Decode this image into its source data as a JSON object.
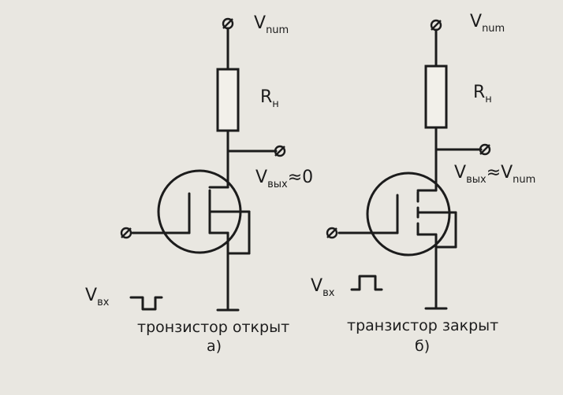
{
  "circuits": {
    "left": {
      "supply_label": "V",
      "supply_sub": "num",
      "resistor_main": "R",
      "resistor_sub": "н",
      "out_label": "V",
      "out_sub": "вых",
      "out_value": "≈0",
      "in_label": "V",
      "in_sub": "вх",
      "caption": "тронзистор открыт",
      "letter": "а)"
    },
    "right": {
      "supply_label": "V",
      "supply_sub": "num",
      "resistor_main": "R",
      "resistor_sub": "н",
      "out_label": "V",
      "out_sub": "вых",
      "out_value": "≈V",
      "out_value_sub": "num",
      "in_label": "V",
      "in_sub": "вх",
      "caption": "транзистор закрыт",
      "letter": "б)"
    }
  },
  "colors": {
    "ink": "#1c1c1c",
    "paper": "#e9e7e1"
  }
}
